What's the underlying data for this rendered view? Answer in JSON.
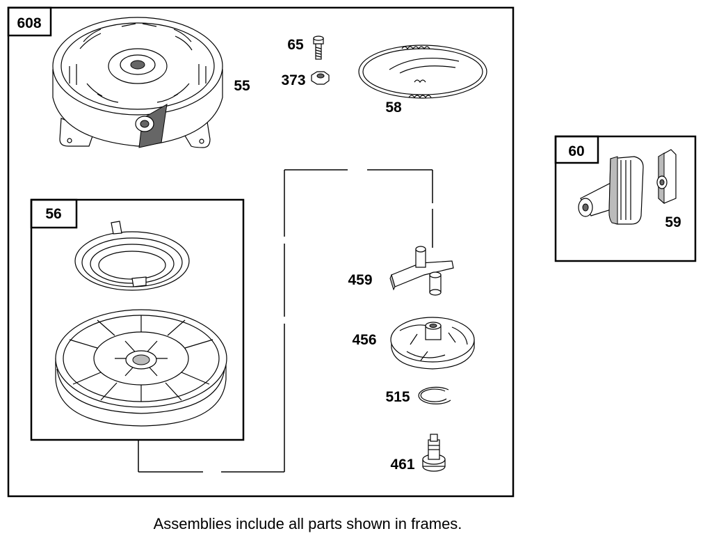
{
  "frames": {
    "main_tag": "608",
    "starter_pulley_tag": "56",
    "handle_tag": "60"
  },
  "callouts": {
    "p55": "55",
    "p65": "65",
    "p373": "373",
    "p58": "58",
    "p459": "459",
    "p456": "456",
    "p515": "515",
    "p461": "461",
    "p59": "59"
  },
  "caption": "Assemblies include all parts shown in frames."
}
